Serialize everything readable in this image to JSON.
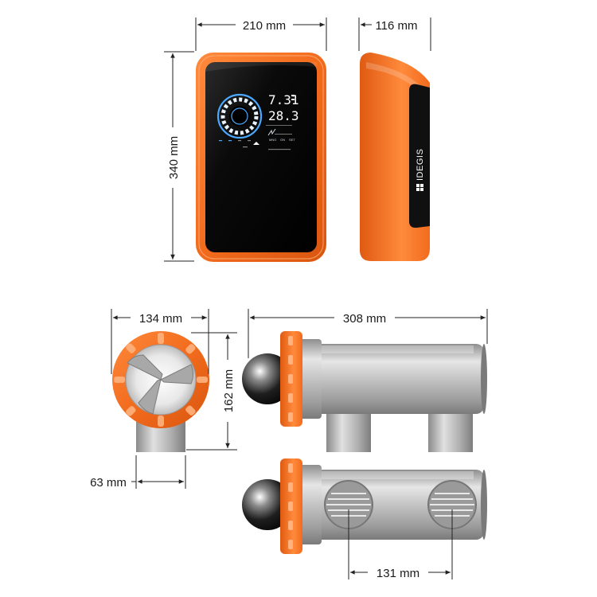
{
  "brand": {
    "name": "IDEGIS"
  },
  "control_unit": {
    "width_label": "210 mm",
    "depth_label": "116 mm",
    "height_label": "340 mm",
    "display": {
      "ph_value": "7.31",
      "temp_value": "28.3",
      "unit_row": [
        "MNG",
        "ON",
        "SET"
      ]
    }
  },
  "cell": {
    "end_width_label": "134 mm",
    "end_height_label": "162 mm",
    "pipe_label": "63 mm",
    "length_label": "308 mm",
    "port_spacing_label": "131 mm"
  },
  "colors": {
    "accent_orange": "#f26b1d",
    "panel_black": "#0d0d0d",
    "metal_gray": "#b5b5b5",
    "lcd_blue": "#4aa8ff"
  }
}
